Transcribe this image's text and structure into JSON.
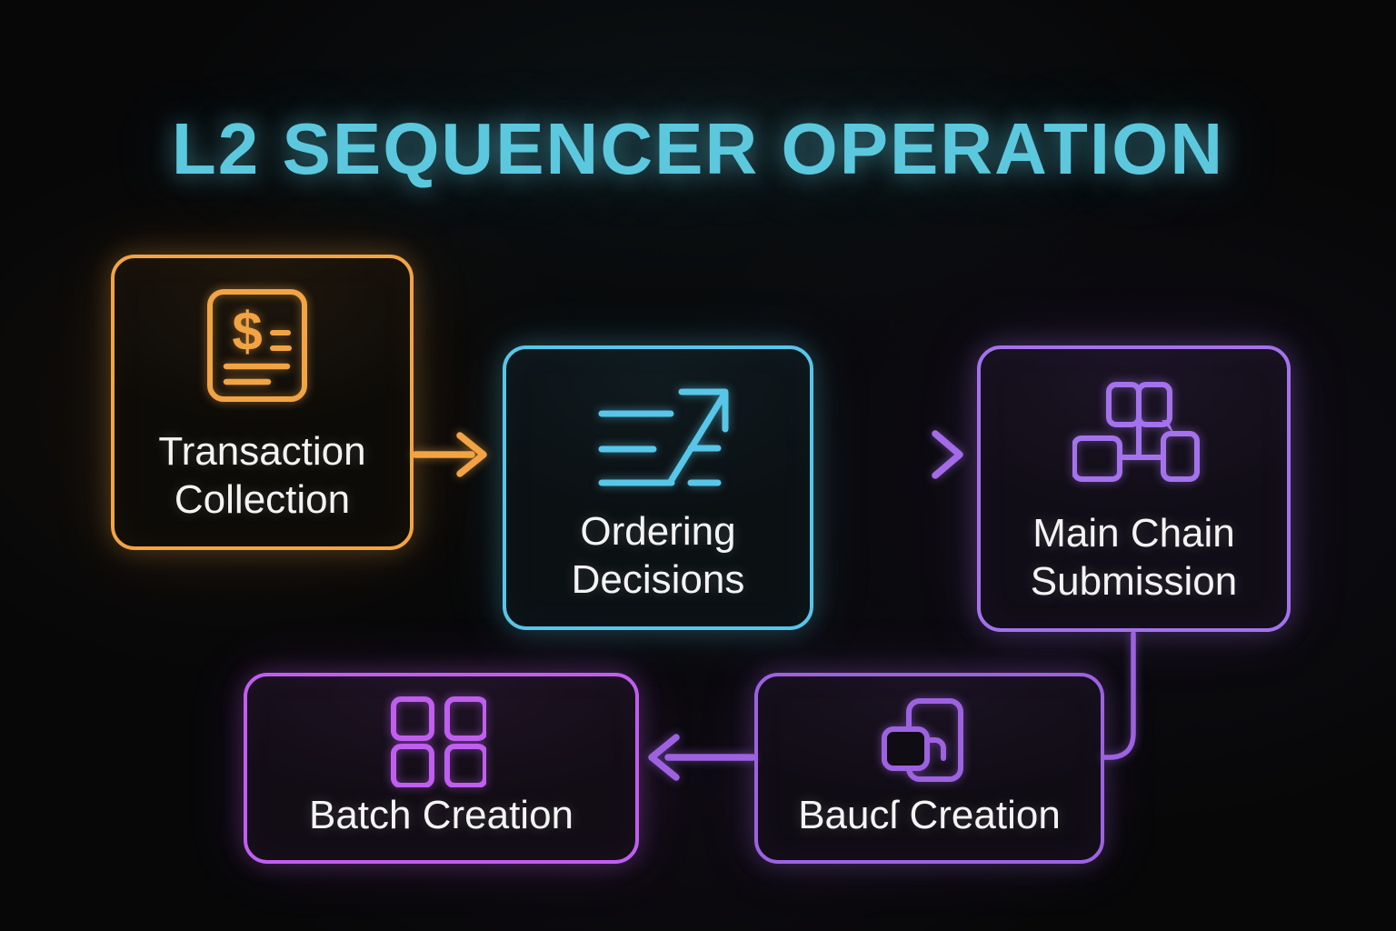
{
  "title": "L2 SEQUENCER OPERATION",
  "title_color": "#5cc8de",
  "background_color": "#070708",
  "label_text_color": "#f4f4f4",
  "nodes": [
    {
      "id": "transaction-collection",
      "lines": [
        "Transaction",
        "Collection"
      ],
      "accent_color": "#f2a444",
      "icon": "invoice-dollar-icon"
    },
    {
      "id": "ordering-decisions",
      "lines": [
        "Ordering",
        "Decisions"
      ],
      "accent_color": "#58c6e8",
      "icon": "sort-arrow-icon"
    },
    {
      "id": "main-chain-submission",
      "lines": [
        "Main Chain",
        "Submission"
      ],
      "accent_color": "#a472ec",
      "icon": "chain-nodes-icon"
    },
    {
      "id": "bauch-creation",
      "lines": [
        "Baucſ Creation"
      ],
      "accent_color": "#9d62e0",
      "icon": "overlapping-squares-icon"
    },
    {
      "id": "batch-creation",
      "lines": [
        "Batch Creation"
      ],
      "accent_color": "#c05ef0",
      "icon": "grid-squares-icon"
    }
  ],
  "connectors": [
    {
      "from": "transaction-collection",
      "to": "ordering-decisions",
      "direction": "right",
      "color": "#f2a444"
    },
    {
      "from": "ordering-decisions",
      "to": "main-chain-submission",
      "direction": "right",
      "color_start": "#58c6e8",
      "color_end": "#a46ae8"
    },
    {
      "from": "main-chain-submission",
      "to": "bauch-creation",
      "direction": "down",
      "color": "#9d62e0"
    },
    {
      "from": "bauch-creation",
      "to": "batch-creation",
      "direction": "left",
      "color": "#9d62e0"
    }
  ],
  "dollar_glyph": "$"
}
